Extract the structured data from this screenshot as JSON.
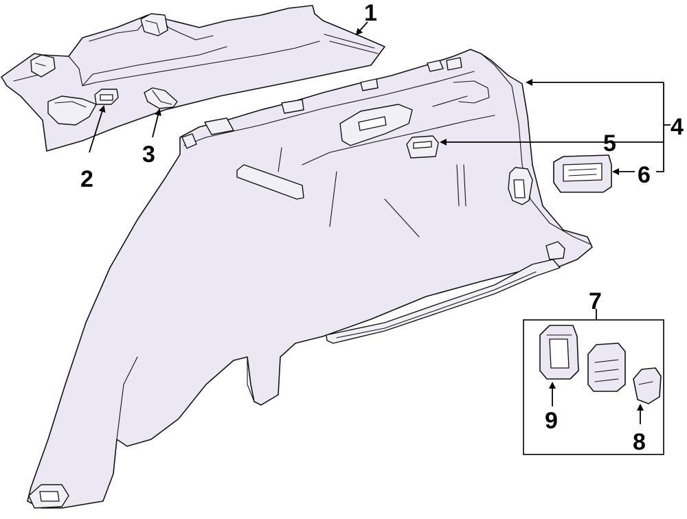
{
  "callouts": [
    {
      "id": "1",
      "label": "1"
    },
    {
      "id": "2",
      "label": "2"
    },
    {
      "id": "3",
      "label": "3"
    },
    {
      "id": "4",
      "label": "4"
    },
    {
      "id": "5",
      "label": "5"
    },
    {
      "id": "6",
      "label": "6"
    },
    {
      "id": "7",
      "label": "7"
    },
    {
      "id": "8",
      "label": "8"
    },
    {
      "id": "9",
      "label": "9"
    }
  ],
  "colors": {
    "part_fill": "#ebe8f3",
    "outline": "#111111",
    "background": "#ffffff"
  }
}
